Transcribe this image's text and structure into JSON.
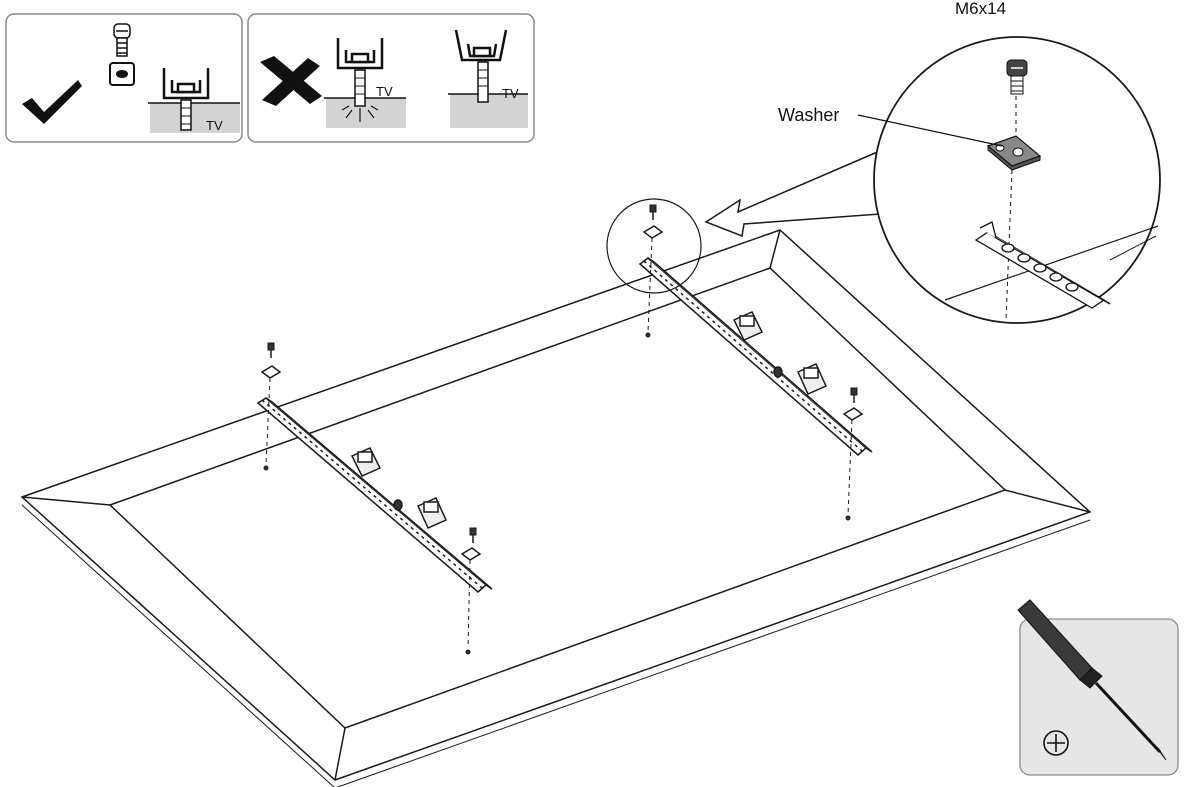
{
  "guide_panel": {
    "correct_symbol": "check-mark",
    "wrong_symbol": "cross-mark",
    "tv_label_correct": "TV",
    "tv_label_wrong_1": "TV",
    "tv_label_wrong_2": "TV"
  },
  "callout": {
    "screw_label": "M6x14",
    "washer_label": "Washer"
  },
  "tool": {
    "icon": "phillips-screwdriver",
    "symbol": "⊕"
  },
  "colors": {
    "line": "#1a1a1a",
    "panel_border": "#8a8a8a",
    "gray_fill": "#d3d3d3",
    "tool_bg": "#e6e6e6",
    "handle": "#3a3a3a"
  }
}
